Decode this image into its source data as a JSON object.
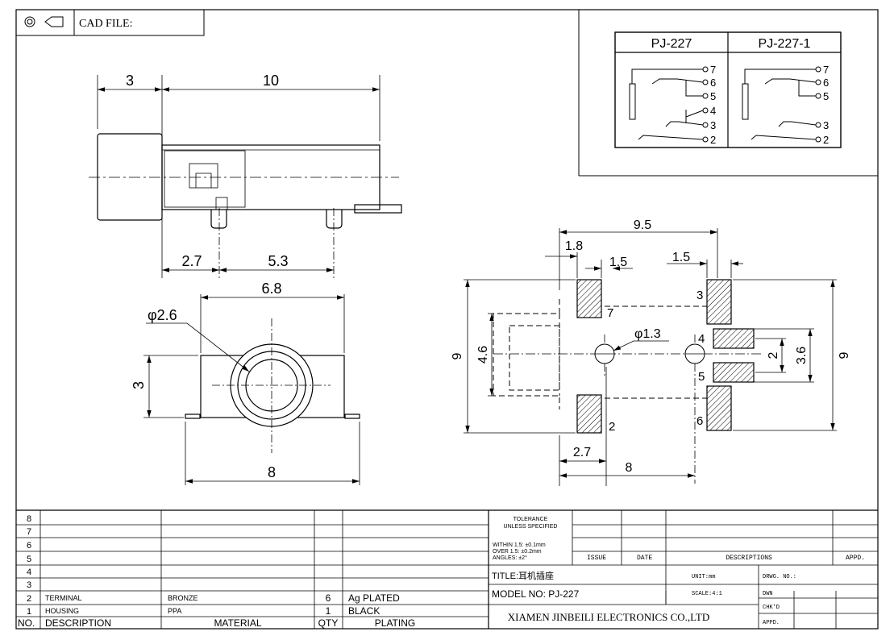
{
  "header": {
    "cad_label": "CAD FILE:",
    "projection_symbol_icon": "third-angle-projection-icon"
  },
  "schematic": {
    "variants": [
      {
        "name": "PJ-227",
        "pins": [
          "7",
          "6",
          "5",
          "4",
          "3",
          "2"
        ]
      },
      {
        "name": "PJ-227-1",
        "pins": [
          "7",
          "6",
          "5",
          "3",
          "2"
        ]
      }
    ]
  },
  "side_view": {
    "dims": {
      "top_left": "3",
      "top_right": "10",
      "bottom_left": "2.7",
      "bottom_right": "5.3"
    }
  },
  "front_view": {
    "dims": {
      "width_top": "6.8",
      "hole_diameter": "φ2.6",
      "height": "3",
      "width_bottom": "8"
    }
  },
  "footprint": {
    "dims": {
      "overall_width": "9.5",
      "left_offset": "1.8",
      "left_pad": "1.5",
      "right_pad": "1.5",
      "left_height": "9",
      "inner_height": "4.6",
      "hole": "φ1.3",
      "pin_gap": "2",
      "pin_span": "3.6",
      "right_height": "9",
      "bottom_left": "2.7",
      "bottom_right": "8"
    },
    "pin_labels": {
      "p7": "7",
      "p3": "3",
      "p4": "4",
      "p5": "5",
      "p6": "6",
      "p2": "2"
    }
  },
  "bom": {
    "row_numbers": [
      "8",
      "7",
      "6",
      "5",
      "4",
      "3",
      "2",
      "1"
    ],
    "rows": [
      {
        "no": "2",
        "description": "TERMINAL",
        "material": "BRONZE",
        "qty": "6",
        "plating": "Ag PLATED"
      },
      {
        "no": "1",
        "description": "HOUSING",
        "material": "PPA",
        "qty": "1",
        "plating": "BLACK"
      }
    ],
    "headers": {
      "no": "NO.",
      "description": "DESCRIPTION",
      "material": "MATERIAL",
      "qty": "QTY",
      "plating": "PLATING"
    }
  },
  "title_block": {
    "tolerance_label": "TOLERANCE",
    "tolerance_sub": "UNLESS SPECIFIED",
    "within": "WITHIN 1.5: ±0.1mm",
    "over": "OVER 1.5: ±0.2mm",
    "angles": "ANGLES: ±2°",
    "issue": "ISSUE",
    "date": "DATE",
    "descriptions": "DESCRIPTIONS",
    "appd_header": "APPD.",
    "title": "TITLE:耳机插座",
    "unit": "UNIT:mm",
    "drwg_no": "DRWG. NO.:",
    "model": "MODEL NO: PJ-227",
    "scale": "SCALE:4:1",
    "dwn": "DWN",
    "chkd": "CHK'D",
    "appd": "APPD.",
    "company": "XIAMEN JINBEILI ELECTRONICS CO.,LTD"
  }
}
